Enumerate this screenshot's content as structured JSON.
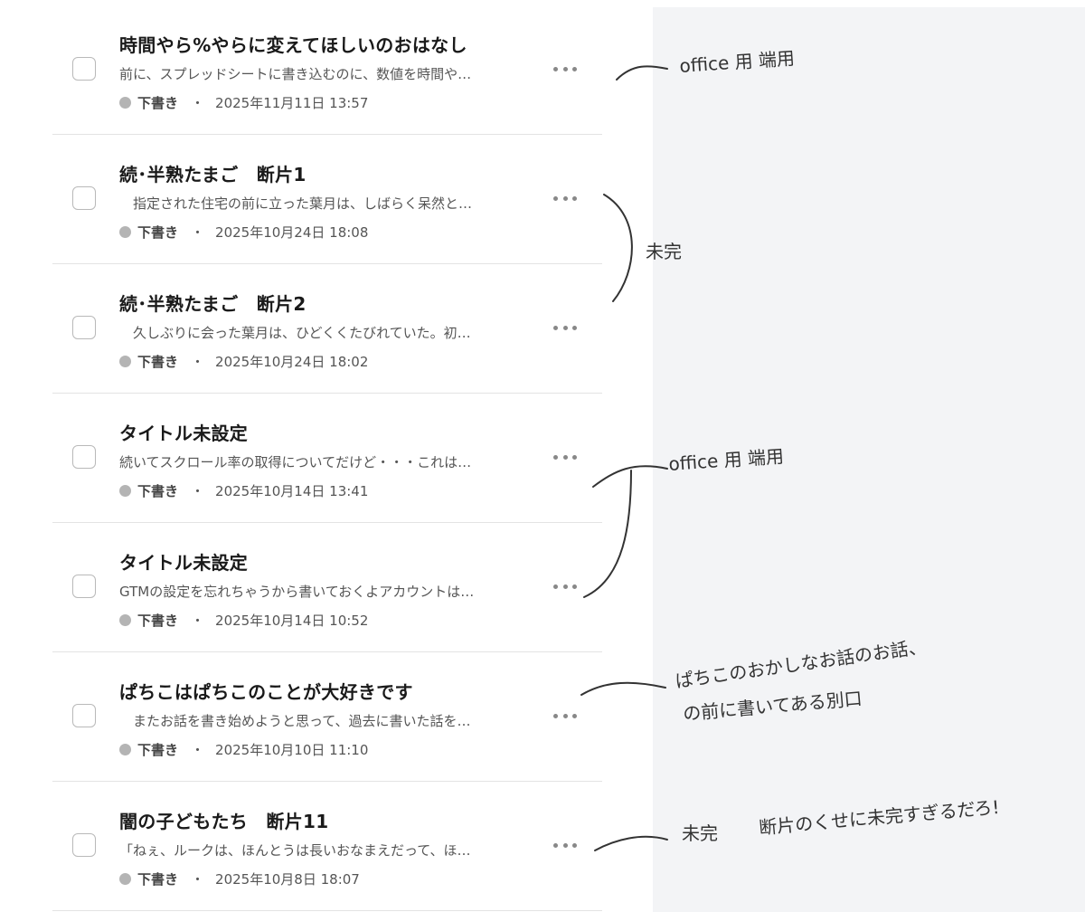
{
  "posts": [
    {
      "title": "時間やら%やらに変えてほしいのおはなし",
      "excerpt": "前に、スプレッドシートに書き込むのに、数値を時間や…",
      "status": "下書き",
      "separator": "・",
      "date": "2025年11月11日 13:57"
    },
    {
      "title": "続･半熟たまご　断片1",
      "excerpt": "　指定された住宅の前に立った葉月は、しばらく呆然と…",
      "status": "下書き",
      "separator": "・",
      "date": "2025年10月24日 18:08"
    },
    {
      "title": "続･半熟たまご　断片2",
      "excerpt": "　久しぶりに会った葉月は、ひどくくたびれていた。初…",
      "status": "下書き",
      "separator": "・",
      "date": "2025年10月24日 18:02"
    },
    {
      "title": "タイトル未設定",
      "excerpt": "続いてスクロール率の取得についてだけど・・・これは…",
      "status": "下書き",
      "separator": "・",
      "date": "2025年10月14日 13:41"
    },
    {
      "title": "タイトル未設定",
      "excerpt": "GTMの設定を忘れちゃうから書いておくよアカウントは…",
      "status": "下書き",
      "separator": "・",
      "date": "2025年10月14日 10:52"
    },
    {
      "title": "ぱちこはぱちこのことが大好きです",
      "excerpt": "　またお話を書き始めようと思って、過去に書いた話を…",
      "status": "下書き",
      "separator": "・",
      "date": "2025年10月10日 11:10"
    },
    {
      "title": "闇の子どもたち　断片11",
      "excerpt": "「ねぇ、ルークは、ほんとうは長いおなまえだって、ほ…",
      "status": "下書き",
      "separator": "・",
      "date": "2025年10月8日 18:07"
    }
  ],
  "annotations": {
    "note1": "office 用 端用",
    "note2": "未完",
    "note3": "office 用 端用",
    "note4_line1": "ぱちこのおかしなお話のお話、",
    "note4_line2": "の前に書いてある別口",
    "note5a": "未完",
    "note5b": "断片のくせに未完すぎるだろ!"
  },
  "colors": {
    "panel": "#f3f4f6",
    "divider": "#e3e3e3",
    "status_dot": "#b4b4b4"
  }
}
